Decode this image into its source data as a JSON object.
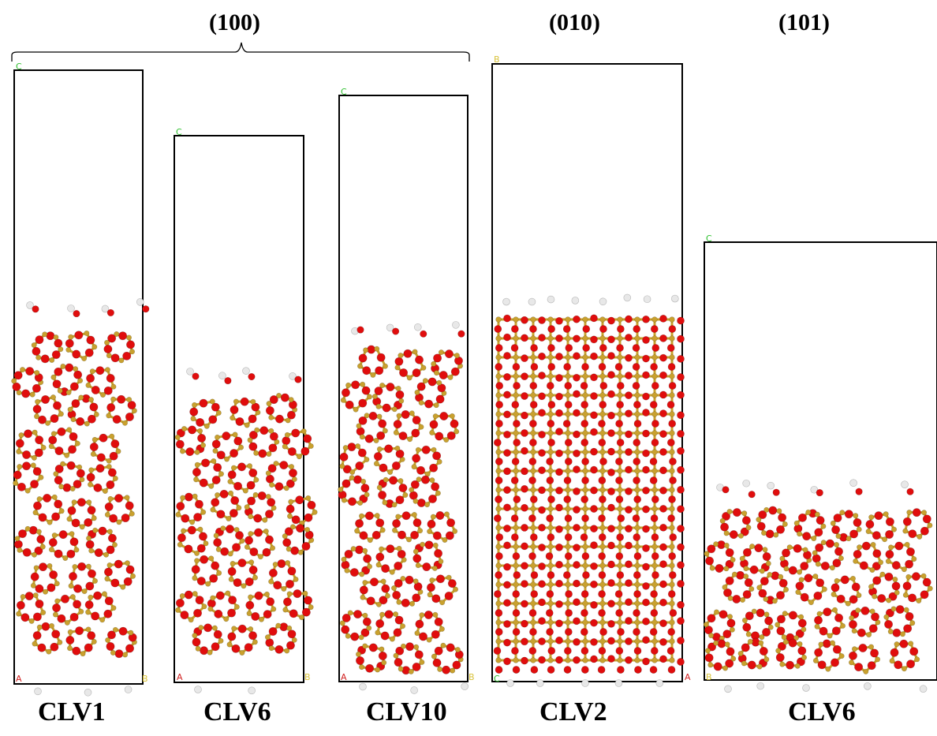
{
  "figure": {
    "group_labels": {
      "g100": "(100)",
      "g010": "(010)",
      "g101": "(101)"
    },
    "panel_labels": {
      "p1": "CLV1",
      "p2": "CLV6",
      "p3": "CLV10",
      "p4": "CLV2",
      "p5": "CLV6"
    },
    "axis_glyphs": {
      "c": "C",
      "b": "B",
      "a": "A"
    },
    "colors": {
      "silicon": "#c9a12e",
      "oxygen": "#e00d0d",
      "hydrogen": "#e8e8e8",
      "cell_border": "#000000",
      "axis_c": "#2ec02e",
      "axis_b": "#d8c23a",
      "axis_a": "#d02020"
    }
  }
}
